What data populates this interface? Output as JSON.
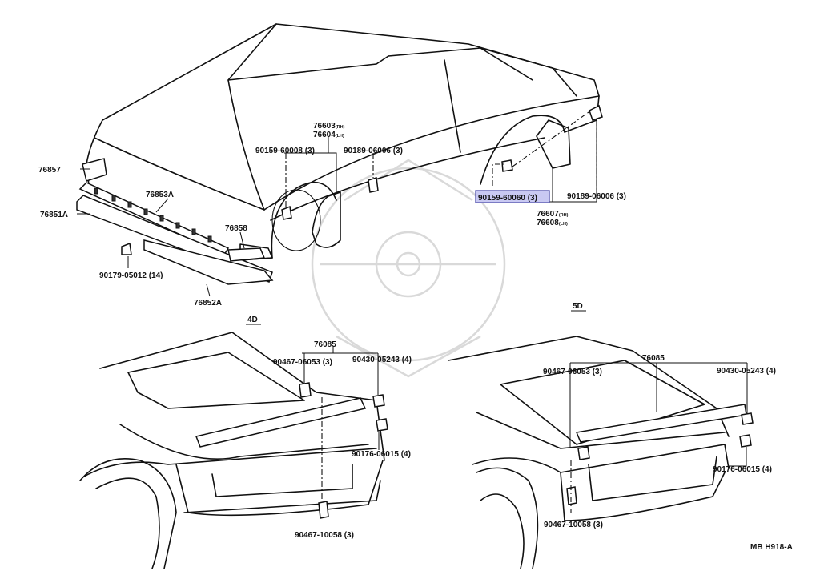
{
  "labels": {
    "p76857": "76857",
    "p76851A": "76851A",
    "p76853A": "76853A",
    "p76858": "76858",
    "p90179": "90179-05012 (14)",
    "p76852A": "76852A",
    "p76603": "76603",
    "p76603_side": "(RH)",
    "p76604": "76604",
    "p76604_side": "(LH)",
    "p90159a": "90159-60008 (3)",
    "p90189a": "90189-06006 (3)",
    "p90159b": "90159-60060 (3)",
    "p90189b": "90189-06006 (3)",
    "p76607": "76607",
    "p76607_side": "(RH)",
    "p76608": "76608",
    "p76608_side": "(LH)",
    "sec4d": "4D",
    "sec5d": "5D",
    "p76085a": "76085",
    "p90467a": "90467-06053 (3)",
    "p90430a": "90430-05243 (4)",
    "p90176a": "90176-06015 (4)",
    "p90467b": "90467-10058 (3)",
    "p76085b": "76085",
    "p90467c": "90467-06053 (3)",
    "p90430b": "90430-05243 (4)",
    "p90176b": "90176-06015 (4)",
    "p90467d": "90467-10058 (3)",
    "code": "MB H918-A"
  },
  "highlight": {
    "part": "90159-60060 (3)",
    "color": "#c9c9f2"
  }
}
